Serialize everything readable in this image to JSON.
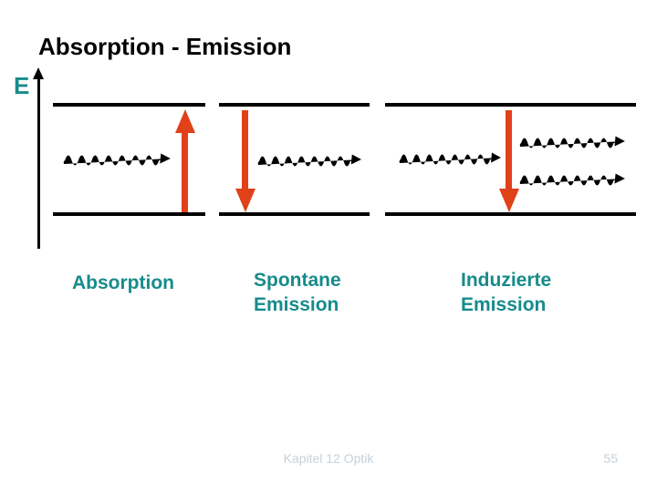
{
  "slide": {
    "title": "Absorption - Emission",
    "energy_axis": {
      "label": "E"
    },
    "panels": [
      {
        "name": "absorption",
        "label": "Absorption",
        "transition": "up",
        "photons_in": 1,
        "photons_out": 0
      },
      {
        "name": "spontaneous-emission",
        "label": "Spontane Emission",
        "transition": "down",
        "photons_in": 0,
        "photons_out": 1
      },
      {
        "name": "induced-emission",
        "label": "Induzierte Emission",
        "transition": "down",
        "photons_in": 1,
        "photons_out": 2
      }
    ],
    "footer": {
      "chapter": "Kapitel 12 Optik",
      "page_number": "55"
    },
    "colors": {
      "title_text": "#000000",
      "label_text": "#178B8B",
      "transition_arrow": "#E04119",
      "photon_wave": "#1E78D2",
      "energy_level_line": "#000000",
      "footer_text": "#C5D1D9",
      "background": "#FFFFFF"
    }
  }
}
